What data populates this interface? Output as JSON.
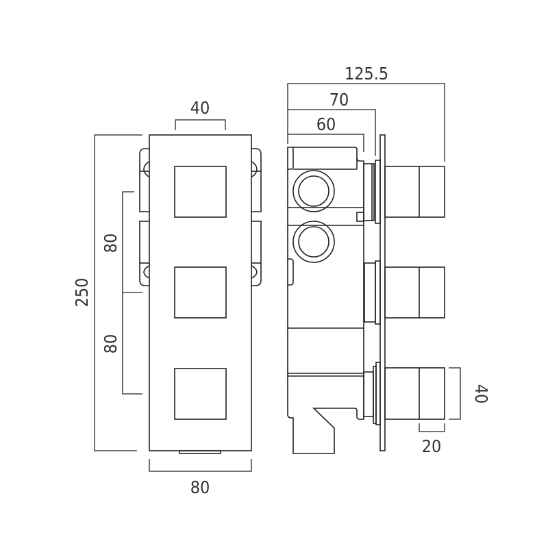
{
  "front_view": {
    "width_label": "80",
    "height_label": "250",
    "handle_width_label": "40",
    "spacing_upper_label": "80",
    "spacing_lower_label": "80"
  },
  "side_view": {
    "total_depth_label": "125.5",
    "plate_depth_label": "70",
    "body_depth_label": "60",
    "handle_height_label": "40",
    "handle_depth_label": "20"
  }
}
